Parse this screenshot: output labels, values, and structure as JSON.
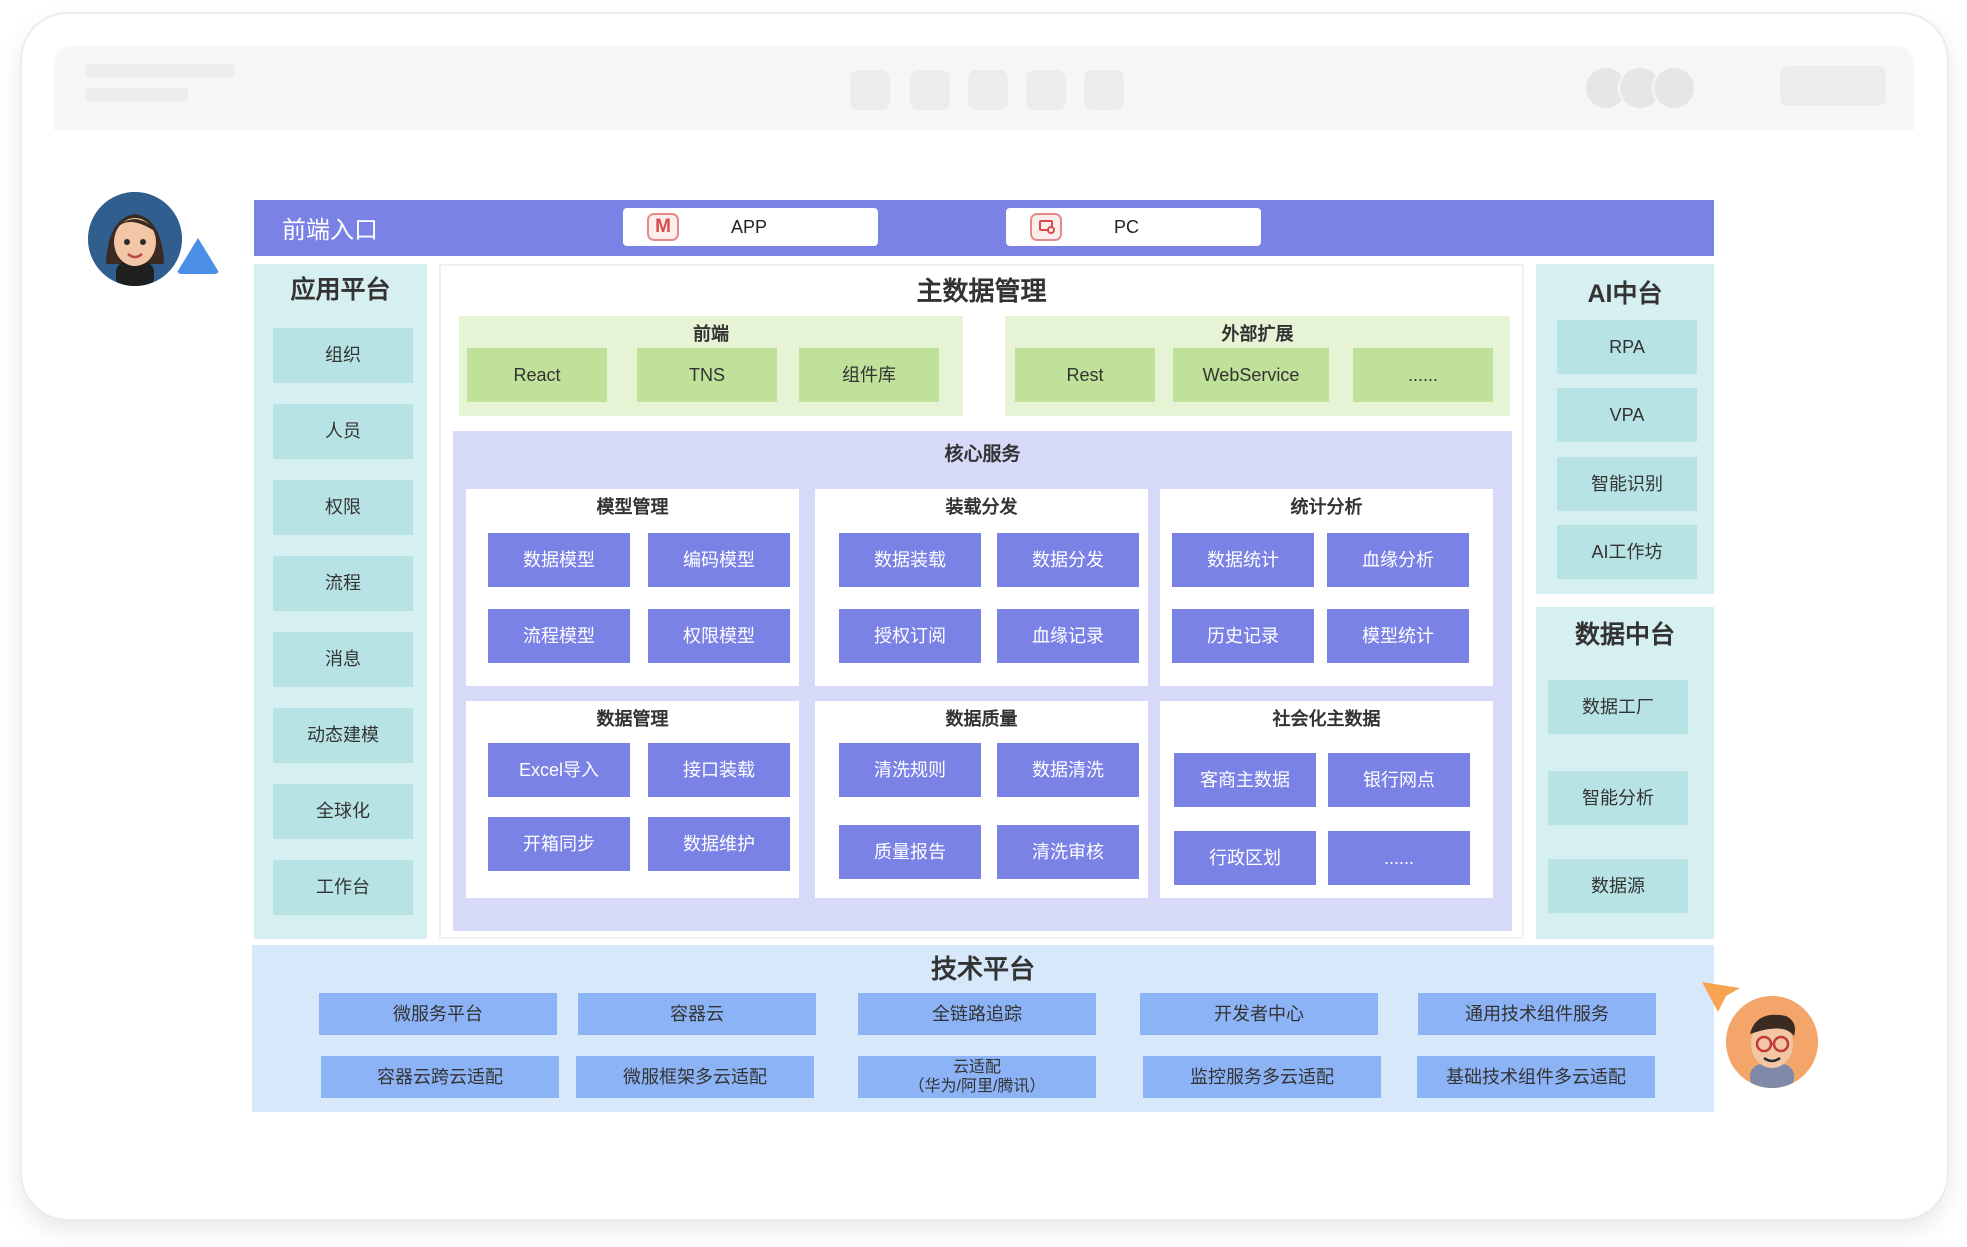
{
  "entry_bar": {
    "title": "前端入口",
    "items": [
      {
        "label": "APP",
        "icon": "app-m-icon"
      },
      {
        "label": "PC",
        "icon": "pc-monitor-icon"
      }
    ]
  },
  "app_platform": {
    "title": "应用平台",
    "items": [
      "组织",
      "人员",
      "权限",
      "流程",
      "消息",
      "动态建模",
      "全球化",
      "工作台"
    ]
  },
  "master_data": {
    "title": "主数据管理",
    "frontend": {
      "title": "前端",
      "items": [
        "React",
        "TNS",
        "组件库"
      ]
    },
    "external": {
      "title": "外部扩展",
      "items": [
        "Rest",
        "WebService",
        "......"
      ]
    },
    "core": {
      "title": "核心服务",
      "groups": [
        {
          "title": "模型管理",
          "items": [
            "数据模型",
            "编码模型",
            "流程模型",
            "权限模型"
          ]
        },
        {
          "title": "装载分发",
          "items": [
            "数据装载",
            "数据分发",
            "授权订阅",
            "血缘记录"
          ]
        },
        {
          "title": "统计分析",
          "items": [
            "数据统计",
            "血缘分析",
            "历史记录",
            "模型统计"
          ]
        },
        {
          "title": "数据管理",
          "items": [
            "Excel导入",
            "接口装载",
            "开箱同步",
            "数据维护"
          ]
        },
        {
          "title": "数据质量",
          "items": [
            "清洗规则",
            "数据清洗",
            "质量报告",
            "清洗审核"
          ]
        },
        {
          "title": "社会化主数据",
          "items": [
            "客商主数据",
            "银行网点",
            "行政区划",
            "......"
          ]
        }
      ]
    }
  },
  "ai_platform": {
    "title": "AI中台",
    "items": [
      "RPA",
      "VPA",
      "智能识别",
      "AI工作坊"
    ]
  },
  "data_platform": {
    "title": "数据中台",
    "items": [
      "数据工厂",
      "智能分析",
      "数据源"
    ]
  },
  "tech_platform": {
    "title": "技术平台",
    "row1": [
      "微服务平台",
      "容器云",
      "全链路追踪",
      "开发者中心",
      "通用技术组件服务"
    ],
    "row2": [
      "容器云跨云适配",
      "微服框架多云适配",
      "云适配",
      "监控服务多云适配",
      "基础技术组件多云适配"
    ],
    "row2_cloud_sub": "（华为/阿里/腾讯）"
  },
  "colors": {
    "entry_bar": "#7a82e6",
    "side_panel": "#d6eff0",
    "side_button": "#b8e3e4",
    "frontend_panel": "#e6f4d5",
    "frontend_button": "#bfe199",
    "core_panel": "#d6d9f7",
    "core_button": "#7a82e6",
    "tech_panel": "#d8e8fb",
    "tech_button": "#8db3f7"
  }
}
